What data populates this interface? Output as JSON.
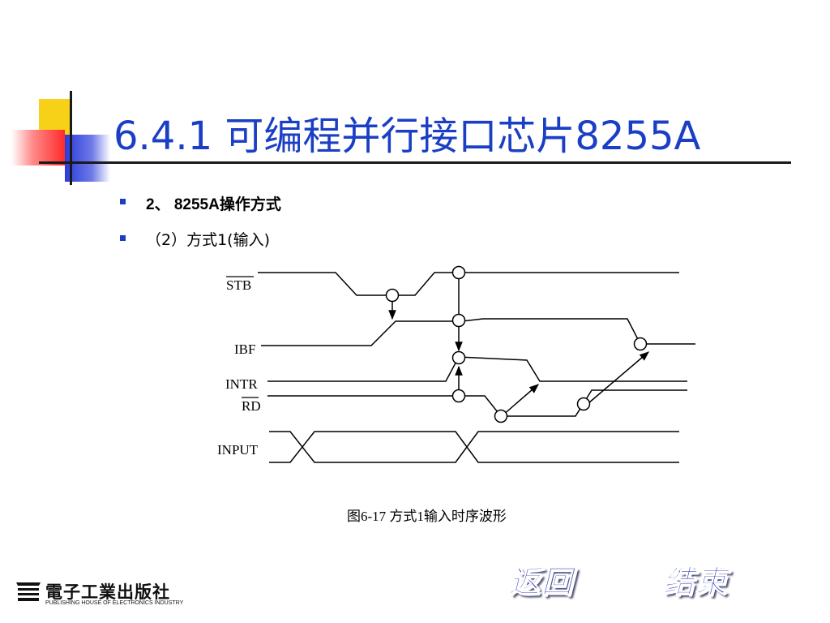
{
  "title": "6.4.1  可编程并行接口芯片8255A",
  "bullets": [
    "2、 8255A操作方式",
    "（2）方式1(输入)"
  ],
  "diagram": {
    "signals": [
      "STB",
      "IBF",
      "INTR",
      "RD",
      "INPUT"
    ],
    "caption": "图6-17  方式1输入时序波形"
  },
  "navigation": {
    "back_label": "返回",
    "end_label": "结束"
  },
  "publisher": {
    "name_cn": "電子工業出版社",
    "name_en": "PUBLISHING HOUSE OF ELECTRONICS INDUSTRY"
  },
  "colors": {
    "title": "#1b3fc4",
    "accent_yellow": "#f7d117",
    "accent_red": "#ff2a2a",
    "accent_blue": "#2b3bd8",
    "nav": "#2a36c8"
  }
}
